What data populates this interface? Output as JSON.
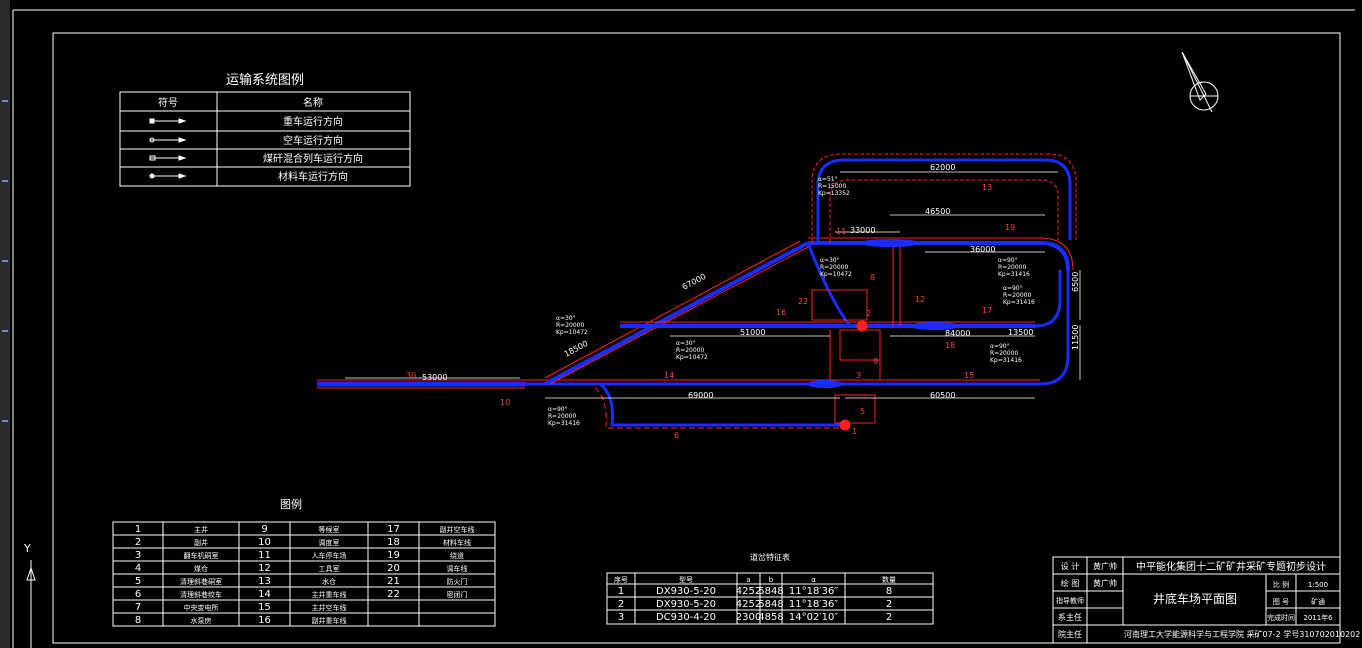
{
  "legend_transport": {
    "title": "运输系统图例",
    "header": [
      "符号",
      "名称"
    ],
    "rows": [
      "重车运行方向",
      "空车运行方向",
      "煤矸混合列车运行方向",
      "材料车运行方向"
    ]
  },
  "legend_parts": {
    "title": "图例",
    "rows": [
      [
        "1",
        "主井",
        "9",
        "等候室",
        "17",
        "副井空车线"
      ],
      [
        "2",
        "副井",
        "10",
        "调度室",
        "18",
        "材料车线"
      ],
      [
        "3",
        "翻车机硐室",
        "11",
        "人车停车场",
        "19",
        "绕道"
      ],
      [
        "4",
        "煤仓",
        "12",
        "工具室",
        "20",
        "调车线"
      ],
      [
        "5",
        "清理斜巷硐室",
        "13",
        "水仓",
        "21",
        "防火门"
      ],
      [
        "6",
        "清理斜巷绞车",
        "14",
        "主井重车线",
        "22",
        "密闭门"
      ],
      [
        "7",
        "中央变电所",
        "15",
        "主井空车线",
        "",
        ""
      ],
      [
        "8",
        "水泵房",
        "16",
        "副井重车线",
        "",
        ""
      ]
    ]
  },
  "switch_table": {
    "title": "道岔特征表",
    "header": [
      "序号",
      "型号",
      "a",
      "b",
      "α",
      "数量"
    ],
    "rows": [
      [
        "1",
        "DX930-5-20",
        "4252",
        "5848",
        "11°18′36″",
        "8"
      ],
      [
        "2",
        "DX930-5-20",
        "4252",
        "5848",
        "11°18′36″",
        "2"
      ],
      [
        "3",
        "DC930-4-20",
        "2300",
        "4858",
        "14°02′10″",
        "2"
      ]
    ]
  },
  "title_block": {
    "roles": [
      "设 计",
      "绘 图",
      "指导教师",
      "系主任",
      "院主任"
    ],
    "names": [
      "黄广帅",
      "黄广帅"
    ],
    "project": "中平能化集团十二矿矿井采矿专题初步设计",
    "drawing_title": "井底车场平面图",
    "meta_labels": [
      "比 例",
      "图 号",
      "完成时间"
    ],
    "meta_values": [
      "1:500",
      "矿通",
      "2011年6"
    ],
    "footer": "河南理工大学能源科学与工程学院 采矿07-2 学号310702010202"
  },
  "dimensions": [
    "62000",
    "46500",
    "33000",
    "36000",
    "51000",
    "67000",
    "18500",
    "53000",
    "69000",
    "60500",
    "84000",
    "13500",
    "6500",
    "11500"
  ],
  "labels": [
    "13",
    "11",
    "19",
    "8",
    "12",
    "22",
    "16",
    "2",
    "17",
    "9",
    "18",
    "30",
    "14",
    "15",
    "3",
    "5",
    "6",
    "1",
    "10"
  ],
  "curve_params": [
    [
      "α=51°",
      "R=15000",
      "Kp=13352"
    ],
    [
      "α=30°",
      "R=20000",
      "Kp=10472"
    ],
    [
      "α=90°",
      "R=20000",
      "Kp=31416"
    ],
    [
      "α=90°",
      "R=20000",
      "Kp=31416"
    ],
    [
      "α=30°",
      "R=20000",
      "Kp=10472"
    ],
    [
      "α=30°",
      "R=20000",
      "Kp=10472"
    ],
    [
      "α=90°",
      "R=20000",
      "Kp=31416"
    ],
    [
      "α=90°",
      "R=20000",
      "Kp=31416"
    ]
  ],
  "colors": {
    "frame": "#ffffff",
    "track": "#1a2dff",
    "line": "#ff2020",
    "text": "#ffffff",
    "accent": "#ffff00"
  }
}
